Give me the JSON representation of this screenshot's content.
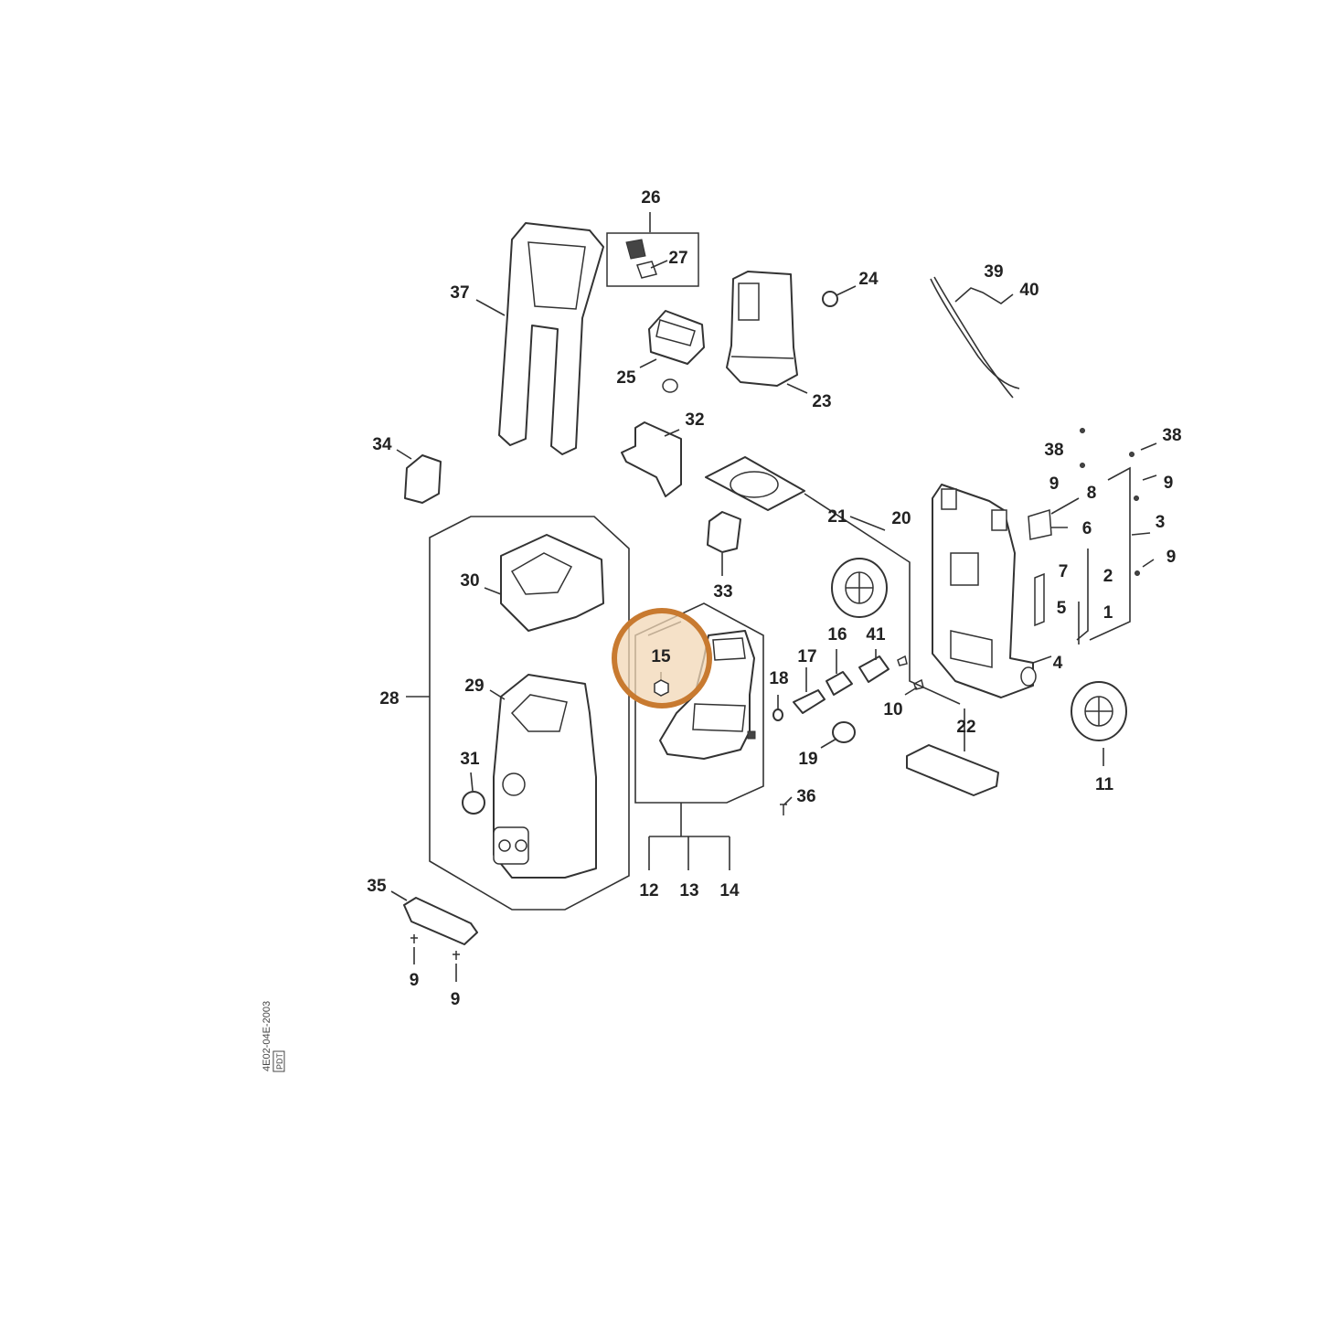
{
  "diagram": {
    "callouts": [
      "1",
      "2",
      "3",
      "4",
      "5",
      "6",
      "7",
      "8",
      "9",
      "10",
      "11",
      "12",
      "13",
      "14",
      "15",
      "16",
      "17",
      "18",
      "19",
      "20",
      "21",
      "22",
      "23",
      "24",
      "25",
      "26",
      "27",
      "28",
      "29",
      "30",
      "31",
      "32",
      "33",
      "34",
      "35",
      "36",
      "37",
      "38",
      "39",
      "40",
      "41"
    ],
    "highlight": {
      "label": "15",
      "color": "#c87a30"
    },
    "drawing_code": "4E02-04E-2003",
    "drawing_code_suffix": "PDT"
  }
}
